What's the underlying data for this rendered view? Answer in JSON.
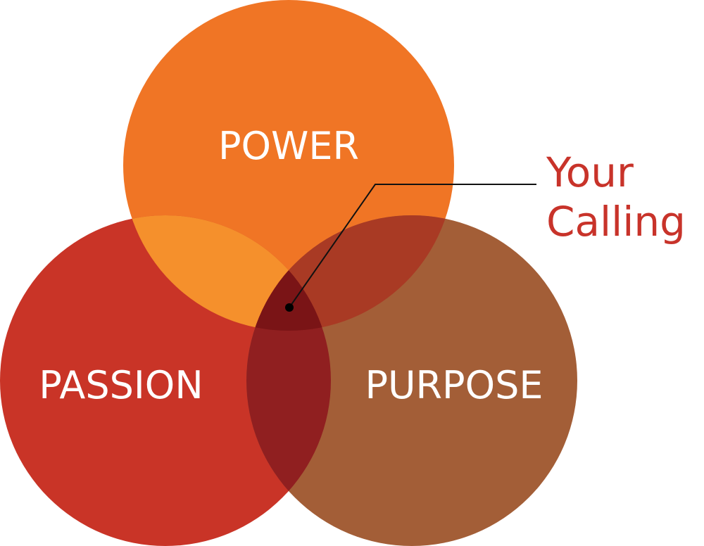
{
  "circles": {
    "power": {
      "label": "POWER",
      "color": "#F07525"
    },
    "passion": {
      "label": "PASSION",
      "color": "#C93427"
    },
    "purpose": {
      "label": "PURPOSE",
      "color": "#A35E37"
    }
  },
  "overlaps": {
    "power_passion": "#F5902C",
    "power_purpose": "#A93A24",
    "passion_purpose": "#901F20",
    "center": "#7A1416"
  },
  "callout": {
    "line1": "Your",
    "line2": "Calling",
    "color": "#C8332A"
  }
}
